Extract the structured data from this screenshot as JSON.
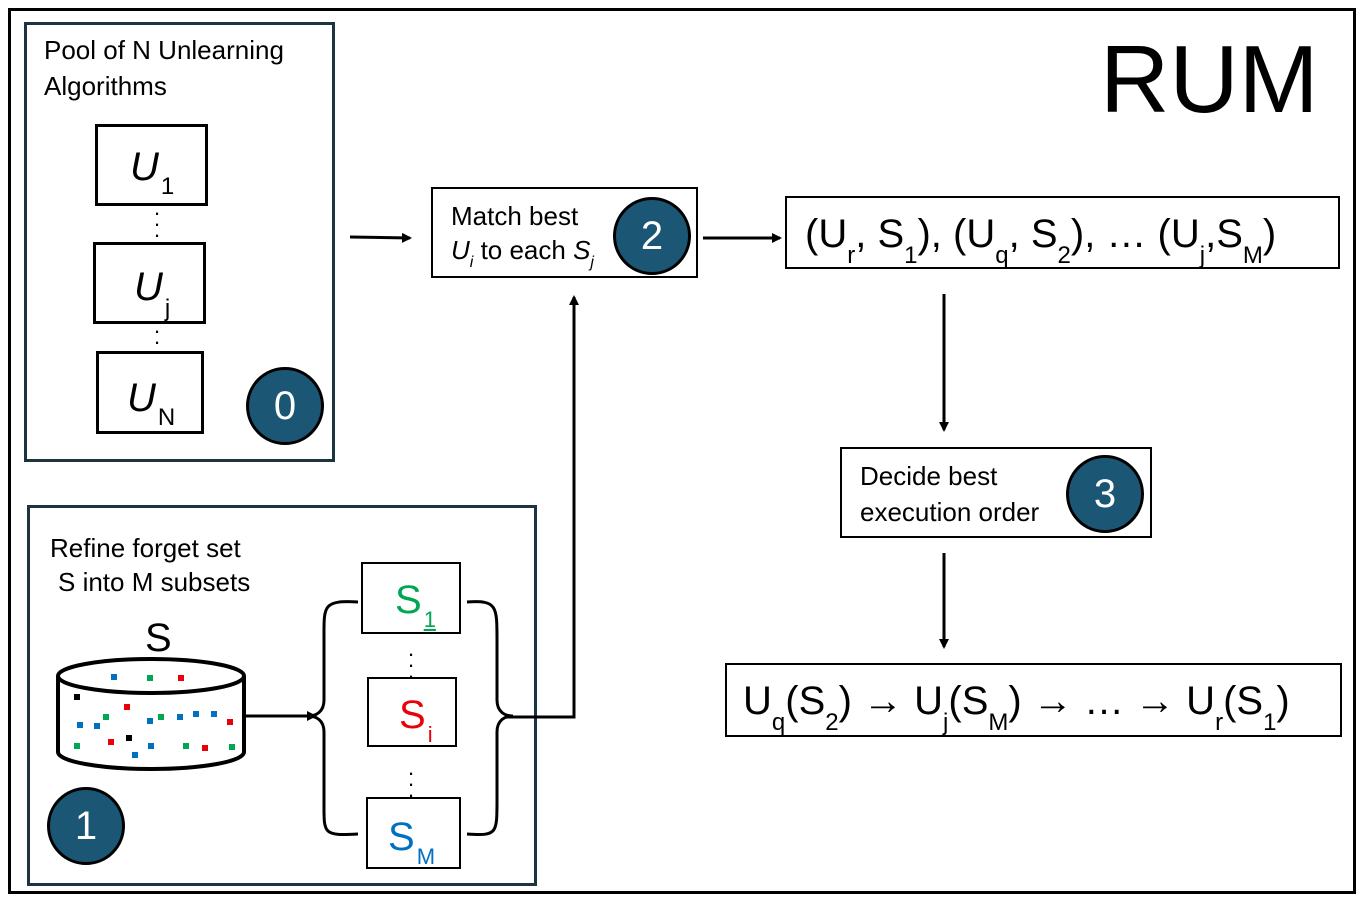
{
  "title": "RUM",
  "pool": {
    "title_line1": "Pool of N Unlearning",
    "title_line2": "Algorithms",
    "items": [
      {
        "main": "U",
        "sub": "1"
      },
      {
        "main": "U",
        "sub": "j"
      },
      {
        "main": "U",
        "sub": "N"
      }
    ],
    "badge": "0"
  },
  "refine": {
    "title_line1": "Refine forget set",
    "title_line2": "S into M subsets",
    "dataset_label": "S",
    "badge": "1",
    "subsets": [
      {
        "main": "S",
        "sub": "1",
        "color": "#00a651"
      },
      {
        "main": "S",
        "sub": "i",
        "color": "#e8000b"
      },
      {
        "main": "S",
        "sub": "M",
        "color": "#0070c0"
      }
    ],
    "point_colors": [
      "#00a651",
      "#e8000b",
      "#0070c0",
      "#000000"
    ]
  },
  "match": {
    "line1": "Match best",
    "line2_a": "U",
    "line2_a_sub": "i",
    "line2_b": " to each ",
    "line2_c": "S",
    "line2_c_sub": "j",
    "badge": "2"
  },
  "pairs": {
    "p1_open": "(U",
    "p1_sub": "r",
    "p1_mid": ", S",
    "p1_sub2": "1",
    "p1_close": "), ",
    "p2_open": "(U",
    "p2_sub": "q",
    "p2_mid": ", S",
    "p2_sub2": "2",
    "p2_close": "), … ",
    "p3_open": "(U",
    "p3_sub": "j",
    "p3_mid": ",S",
    "p3_sub2": "M",
    "p3_close": ")"
  },
  "order": {
    "line1": "Decide best",
    "line2": "execution order",
    "badge": "3"
  },
  "sequence": {
    "a": "U",
    "a_sub": "q",
    "a_mid": "(S",
    "a_sub2": "2",
    "a_close": ") → ",
    "b": "U",
    "b_sub": "j",
    "b_mid": "(S",
    "b_sub2": "M",
    "b_close": ") → … → ",
    "c": "U",
    "c_sub": "r",
    "c_mid": "(S",
    "c_sub2": "1",
    "c_close": ")"
  }
}
